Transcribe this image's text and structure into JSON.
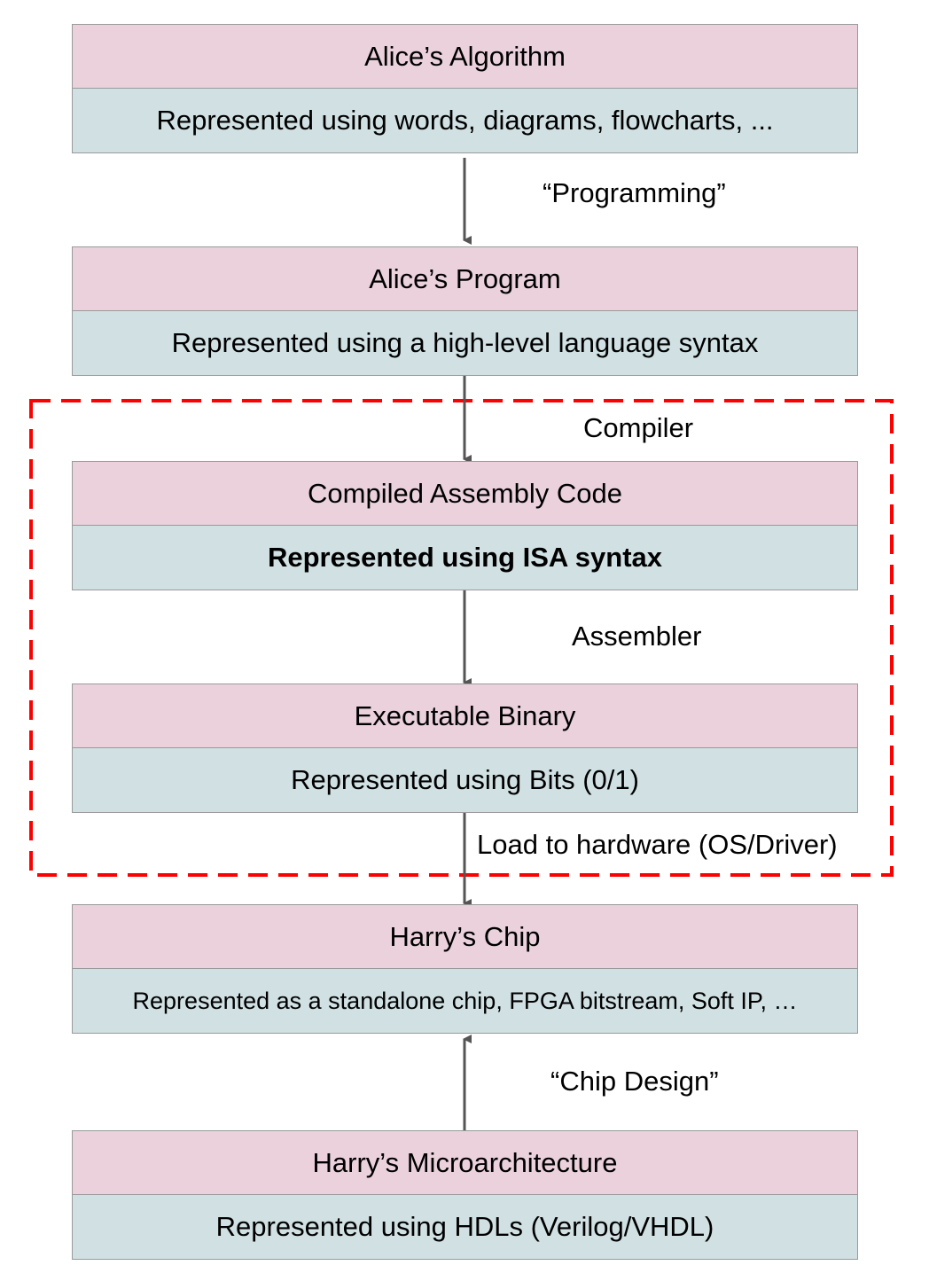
{
  "blocks": [
    {
      "title": "Alice’s Algorithm",
      "subtitle": "Represented using words, diagrams, flowcharts, ..."
    },
    {
      "title": "Alice’s Program",
      "subtitle": "Represented using a high-level language syntax"
    },
    {
      "title": "Compiled Assembly Code",
      "subtitle": "Represented using ISA syntax"
    },
    {
      "title": "Executable Binary",
      "subtitle": "Represented using Bits (0/1)"
    },
    {
      "title": "Harry’s Chip",
      "subtitle": "Represented as a standalone chip, FPGA bitstream, Soft IP, …"
    },
    {
      "title": "Harry’s Microarchitecture",
      "subtitle": "Represented using HDLs (Verilog/VHDL)"
    }
  ],
  "edges": {
    "programming": "“Programming”",
    "compiler": "Compiler",
    "assembler": "Assembler",
    "load": "Load to hardware (OS/Driver)",
    "chip_design": "“Chip Design”"
  },
  "colors": {
    "title_fill": "#ead1dc",
    "subtitle_fill": "#d0e0e3",
    "highlight_border": "#ff0000",
    "arrow": "#555555"
  }
}
